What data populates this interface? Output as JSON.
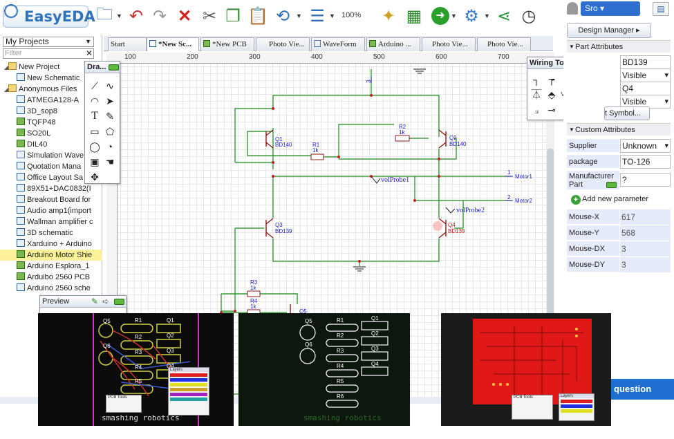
{
  "app": {
    "logo_text": "EasyEDA"
  },
  "toolbar": {
    "zoom": "100%",
    "icons": [
      "open-icon",
      "undo-icon",
      "redo-icon",
      "delete-icon",
      "cut-icon",
      "copy-icon",
      "paste-icon",
      "rotate-icon",
      "align-icon",
      "zoom-icon",
      "wand-icon",
      "convert-to-pcb-icon",
      "run-simulation-icon",
      "settings-icon",
      "share-icon",
      "history-icon"
    ]
  },
  "user": {
    "name": "Sro ▾"
  },
  "design_manager": {
    "label": "Design Manager ▸"
  },
  "left_panel": {
    "project_select": "My Projects",
    "filter_placeholder": "Filter",
    "tree": [
      {
        "label": "New Project",
        "kind": "folder"
      },
      {
        "label": "New Schematic",
        "kind": "sch"
      },
      {
        "label": "Anonymous Files",
        "kind": "folder"
      },
      {
        "label": "ATMEGA128-A",
        "kind": "sch"
      },
      {
        "label": "3D_sop8",
        "kind": "sch"
      },
      {
        "label": "TQFP48",
        "kind": "pcb"
      },
      {
        "label": "SO20L",
        "kind": "pcb"
      },
      {
        "label": "DIL40",
        "kind": "pcb"
      },
      {
        "label": "Simulation Wave",
        "kind": "sim"
      },
      {
        "label": "Quotation Mana",
        "kind": "sch"
      },
      {
        "label": "Office Layout Sa",
        "kind": "sch"
      },
      {
        "label": "89X51+DAC0832(I",
        "kind": "sch"
      },
      {
        "label": "Breakout Board for",
        "kind": "sch"
      },
      {
        "label": "Audio amp1(import",
        "kind": "sch"
      },
      {
        "label": "Wallman amplifier c",
        "kind": "sch"
      },
      {
        "label": "3D schematic",
        "kind": "sch"
      },
      {
        "label": "Xarduino + Arduino",
        "kind": "sch"
      },
      {
        "label": "Arduino Motor Shie",
        "kind": "pcb"
      },
      {
        "label": "Arduino Esplora_1",
        "kind": "pcb"
      },
      {
        "label": "Arduibo 2560 PCB",
        "kind": "pcb"
      },
      {
        "label": "Arduino 2560 sche",
        "kind": "sch"
      }
    ]
  },
  "tabs": [
    {
      "label": "Start"
    },
    {
      "label": "*New Sc..."
    },
    {
      "label": "*New PCB"
    },
    {
      "label": "Photo Vie..."
    },
    {
      "label": "WaveForm"
    },
    {
      "label": "Arduino ..."
    },
    {
      "label": "Photo Vie..."
    },
    {
      "label": "Photo Vie..."
    }
  ],
  "ruler": [
    "100",
    "200",
    "300",
    "400",
    "500",
    "600",
    "700"
  ],
  "drawing_tools": {
    "title": "Dra..."
  },
  "wiring_tools": {
    "title": "Wiring Tools"
  },
  "preview": {
    "title": "Preview"
  },
  "schematic": {
    "q1": "Q1",
    "q1_part": "BD140",
    "q2": "Q2",
    "q2_part": "BD140",
    "q3": "Q3",
    "q3_part": "BD139",
    "q4": "Q4",
    "q4_part": "BD139",
    "q5": "Q5",
    "r1": "R1",
    "r1_val": "1k",
    "r2": "R2",
    "r2_val": "1k",
    "r3": "R3",
    "r3_val": "1k",
    "r4": "R4",
    "r4_val": "1k",
    "probe1": "volProbe1",
    "probe2": "volProbe2",
    "net1_num": "1",
    "net1": "Motor1",
    "net2_num": "2",
    "net2": "Motor2",
    "top_num": "3"
  },
  "part_attributes": {
    "header": "Part Attributes",
    "name_value": "BD139",
    "name_vis": "Visible",
    "prefix_value": "Q4",
    "prefix_vis": "Visible",
    "edit_symbol": "t Symbol..."
  },
  "custom_attributes": {
    "header": "Custom Attributes",
    "rows": [
      {
        "label": "Supplier",
        "value": "Unknown"
      },
      {
        "label": "package",
        "value": "TO-126"
      },
      {
        "label": "Manufacturer Part",
        "value": "?"
      }
    ],
    "add_param": "Add new parameter"
  },
  "mouse": [
    {
      "label": "Mouse-X",
      "value": "617"
    },
    {
      "label": "Mouse-Y",
      "value": "568"
    },
    {
      "label": "Mouse-DX",
      "value": "3"
    },
    {
      "label": "Mouse-DY",
      "value": "3"
    }
  ],
  "question_button": "question",
  "overlays": {
    "shot1_caption": "smashing robotics",
    "shot2_caption": "smashing robotics",
    "pcb_labels": [
      "Q5",
      "Q6",
      "R1",
      "R2",
      "R3",
      "R4",
      "R5",
      "Q1",
      "Q2",
      "Q3",
      "Q4"
    ],
    "shot2_labels": [
      "Q5",
      "Q6",
      "R1",
      "R2",
      "R3",
      "R4",
      "R5",
      "R6",
      "Q1",
      "Q2",
      "Q3",
      "Q4"
    ],
    "layers_title": "Layers",
    "pcb_tools_title": "PCB Tools"
  }
}
